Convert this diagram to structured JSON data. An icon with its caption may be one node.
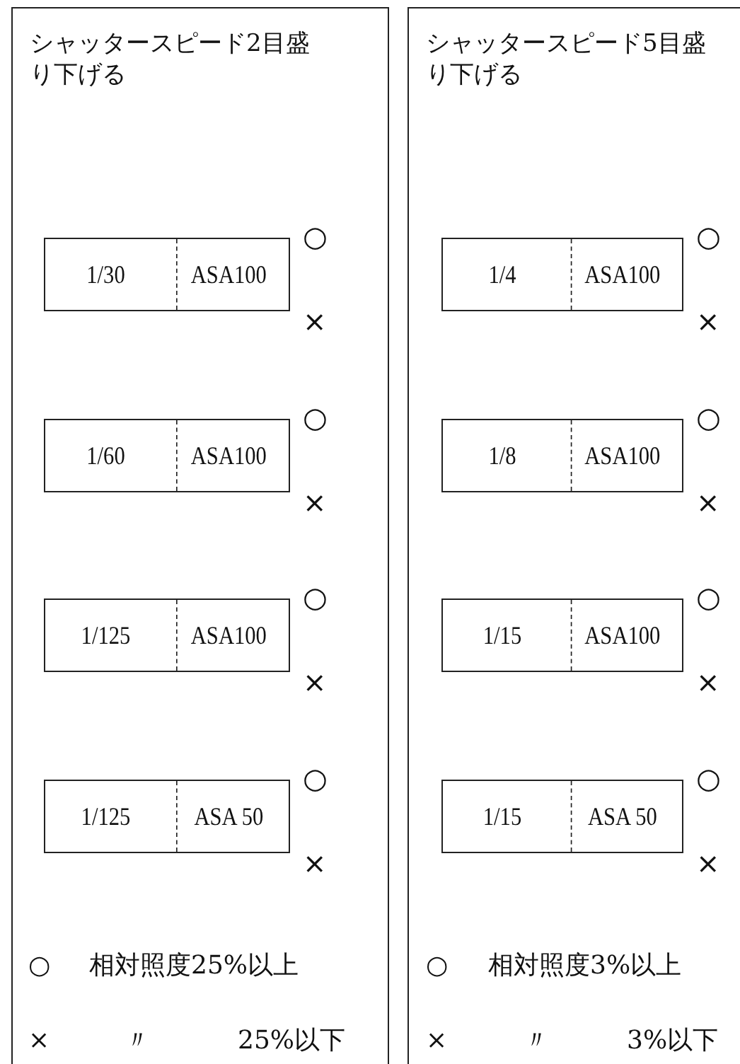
{
  "diagram": {
    "nodes": [
      {
        "text": [
          "シャッタースピード2目盛り下げる"
        ]
      },
      {
        "text": [
          "1/30",
          "ASA100"
        ],
        "in": 0,
        "beside": [
          "○",
          "×"
        ]
      },
      {
        "text": [
          "1/60",
          "ASA100"
        ],
        "in": 0,
        "beside": [
          "○",
          "×"
        ]
      },
      {
        "text": [
          "1/125",
          "ASA100"
        ],
        "in": 0,
        "beside": [
          "○",
          "×"
        ]
      },
      {
        "text": [
          "1/125",
          "ASA 50"
        ],
        "in": 0,
        "beside": [
          "○",
          "×"
        ]
      },
      {
        "text": [
          "シャッタースピード5目盛り下げる"
        ]
      },
      {
        "text": [
          "1/4",
          "ASA100"
        ],
        "in": 5,
        "beside": [
          "○",
          "×"
        ]
      },
      {
        "text": [
          "1/8",
          "ASA100"
        ],
        "in": 5,
        "beside": [
          "○",
          "×"
        ]
      },
      {
        "text": [
          "1/15",
          "ASA100"
        ],
        "in": 5,
        "beside": [
          "○",
          "×"
        ]
      },
      {
        "text": [
          "1/15",
          "ASA 50"
        ],
        "in": 5,
        "beside": [
          "○",
          "×"
        ]
      }
    ],
    "labels": [
      "○",
      "相対照度25%以上",
      "○",
      "相対照度3%以上",
      "×",
      "〃",
      "25%以下",
      "×",
      "〃",
      "3%以下"
    ]
  }
}
